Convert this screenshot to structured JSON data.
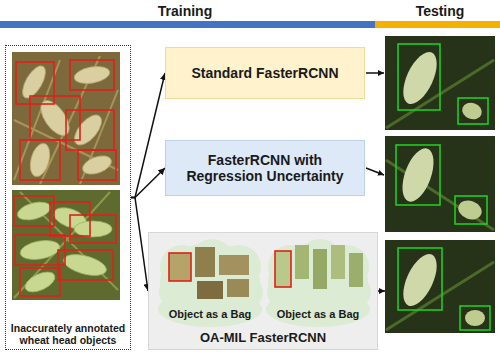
{
  "diagram": {
    "nodes": [
      {
        "text": [
          "Inaccurately annotated wheat head objects"
        ]
      },
      {
        "text": [
          "Standard FasterRCNN"
        ]
      },
      {
        "text": [
          "FasterRCNN with Regression Uncertainty"
        ]
      },
      {
        "text": [
          "OA-MIL FasterRCNN"
        ]
      },
      {
        "text": [
          "Object as a Bag"
        ],
        "in": 3
      },
      {
        "text": [
          "Object as a Bag"
        ],
        "in": 3
      }
    ],
    "edges": [
      {
        "from": 0,
        "to": 1,
        "arrow": "to"
      },
      {
        "from": 0,
        "to": 2,
        "arrow": "to"
      },
      {
        "from": 0,
        "to": 3,
        "arrow": "to"
      }
    ],
    "labels": [
      "Training",
      "Testing"
    ]
  }
}
